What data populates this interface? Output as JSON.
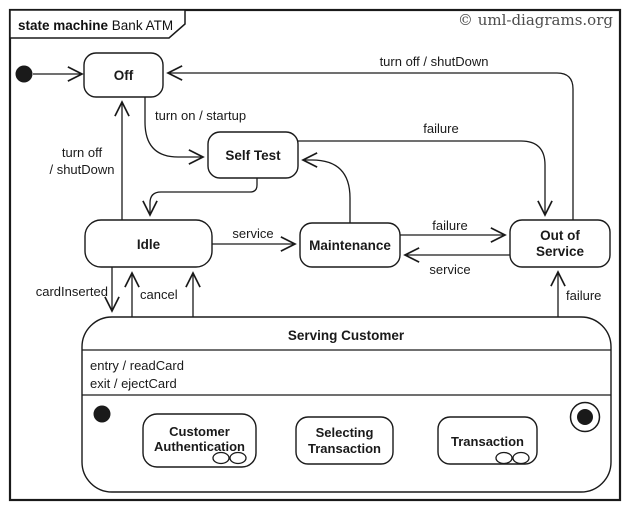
{
  "frame": {
    "title_keyword": "state machine",
    "title_name": " Bank ATM",
    "copyright": "© uml-diagrams.org"
  },
  "states": {
    "off": "Off",
    "self_test": "Self Test",
    "idle": "Idle",
    "maintenance": "Maintenance",
    "out_of_service": {
      "line1": "Out of",
      "line2": "Service"
    },
    "serving_customer": {
      "title": "Serving Customer",
      "entry_activity": "entry / readCard",
      "exit_activity": "exit / ejectCard"
    },
    "customer_authentication": {
      "line1": "Customer",
      "line2": "Authentication"
    },
    "selecting_transaction": {
      "line1": "Selecting",
      "line2": "Transaction"
    },
    "transaction": "Transaction"
  },
  "transitions": {
    "turn_off_from_out_of_service": "turn off / shutDown",
    "turn_on": "turn on / startup",
    "turn_off_from_idle": {
      "line1": "turn off",
      "line2": "/ shutDown"
    },
    "failure_self_test": "failure",
    "failure_maintenance": "failure",
    "failure_serving_customer": "failure",
    "service_from_idle": "service",
    "service_from_out_of_service": "service",
    "card_inserted": "cardInserted",
    "cancel": "cancel"
  },
  "icons": {
    "initial_state": "filled-circle",
    "final_state": "bullseye-circle",
    "submachine": "composite-glasses"
  },
  "colors": {
    "line": "#1a1a1a",
    "state_fill": "#ffffff",
    "background": "#ffffff",
    "copyright_text": "#4d4d4d"
  }
}
